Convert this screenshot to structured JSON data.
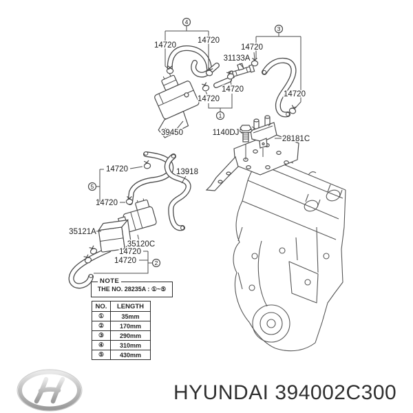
{
  "diagram": {
    "callouts": [
      {
        "num": "4"
      },
      {
        "num": "3"
      },
      {
        "num": "1"
      },
      {
        "num": "5"
      },
      {
        "num": "2"
      }
    ],
    "labels": [
      {
        "id": "clamp-4-left",
        "text": "14720"
      },
      {
        "id": "clamp-4-right",
        "text": "14720"
      },
      {
        "id": "clamp-tee-right",
        "text": "14720"
      },
      {
        "id": "tee-connector",
        "text": "31133A"
      },
      {
        "id": "clamp-s-hose",
        "text": "14720"
      },
      {
        "id": "clamp-short-b",
        "text": "14720"
      },
      {
        "id": "clamp-short-a",
        "text": "14720"
      },
      {
        "id": "solenoid-valve",
        "text": "39450"
      },
      {
        "id": "bolt",
        "text": "1140DJ"
      },
      {
        "id": "valve-assembly",
        "text": "28181C"
      },
      {
        "id": "clamp-5-top",
        "text": "14720"
      },
      {
        "id": "vacuum-hose",
        "text": "13918"
      },
      {
        "id": "clamp-5-bottom",
        "text": "14720"
      },
      {
        "id": "bracket-cover",
        "text": "35121A"
      },
      {
        "id": "purge-valve",
        "text": "35120C"
      },
      {
        "id": "clamp-2-top",
        "text": "14720"
      },
      {
        "id": "clamp-2-bottom",
        "text": "14720"
      }
    ]
  },
  "note": {
    "title": "NOTE",
    "text": "THE NO. 28235A : ①~⑤"
  },
  "table": {
    "headers": [
      "NO.",
      "LENGTH"
    ],
    "rows": [
      [
        "①",
        "35mm"
      ],
      [
        "②",
        "170mm"
      ],
      [
        "③",
        "290mm"
      ],
      [
        "④",
        "310mm"
      ],
      [
        "⑤",
        "430mm"
      ]
    ]
  },
  "footer": {
    "brand": "HYUNDAI",
    "part_number": "394002C300"
  }
}
